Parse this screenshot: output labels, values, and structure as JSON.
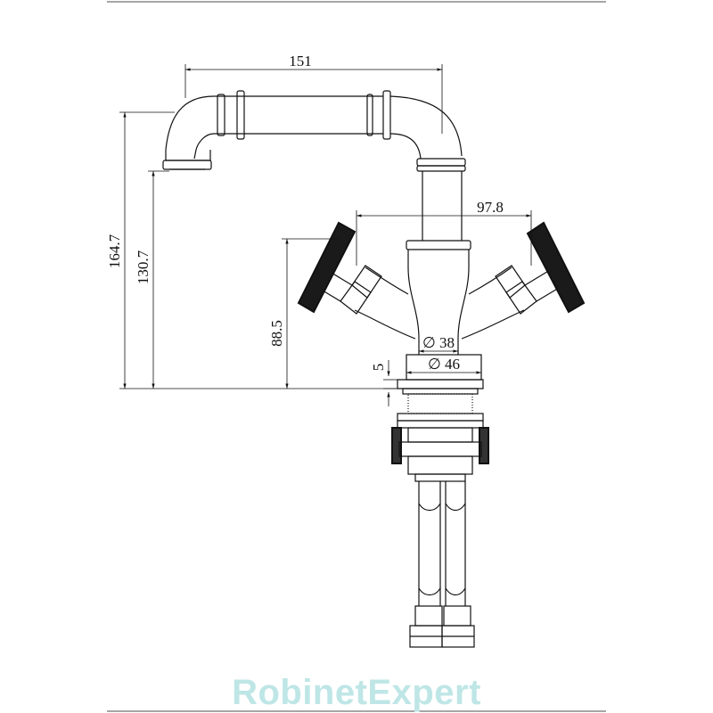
{
  "dimensions": {
    "spout_reach": "151",
    "handle_span": "97.8",
    "total_height": "164.7",
    "spout_height": "130.7",
    "handle_height": "88.5",
    "base_thickness": "5",
    "inner_diameter": "∅ 38",
    "outer_diameter": "∅ 46"
  },
  "watermark": {
    "brand": "RobinetExpert",
    "color": "#bfe6e6"
  }
}
